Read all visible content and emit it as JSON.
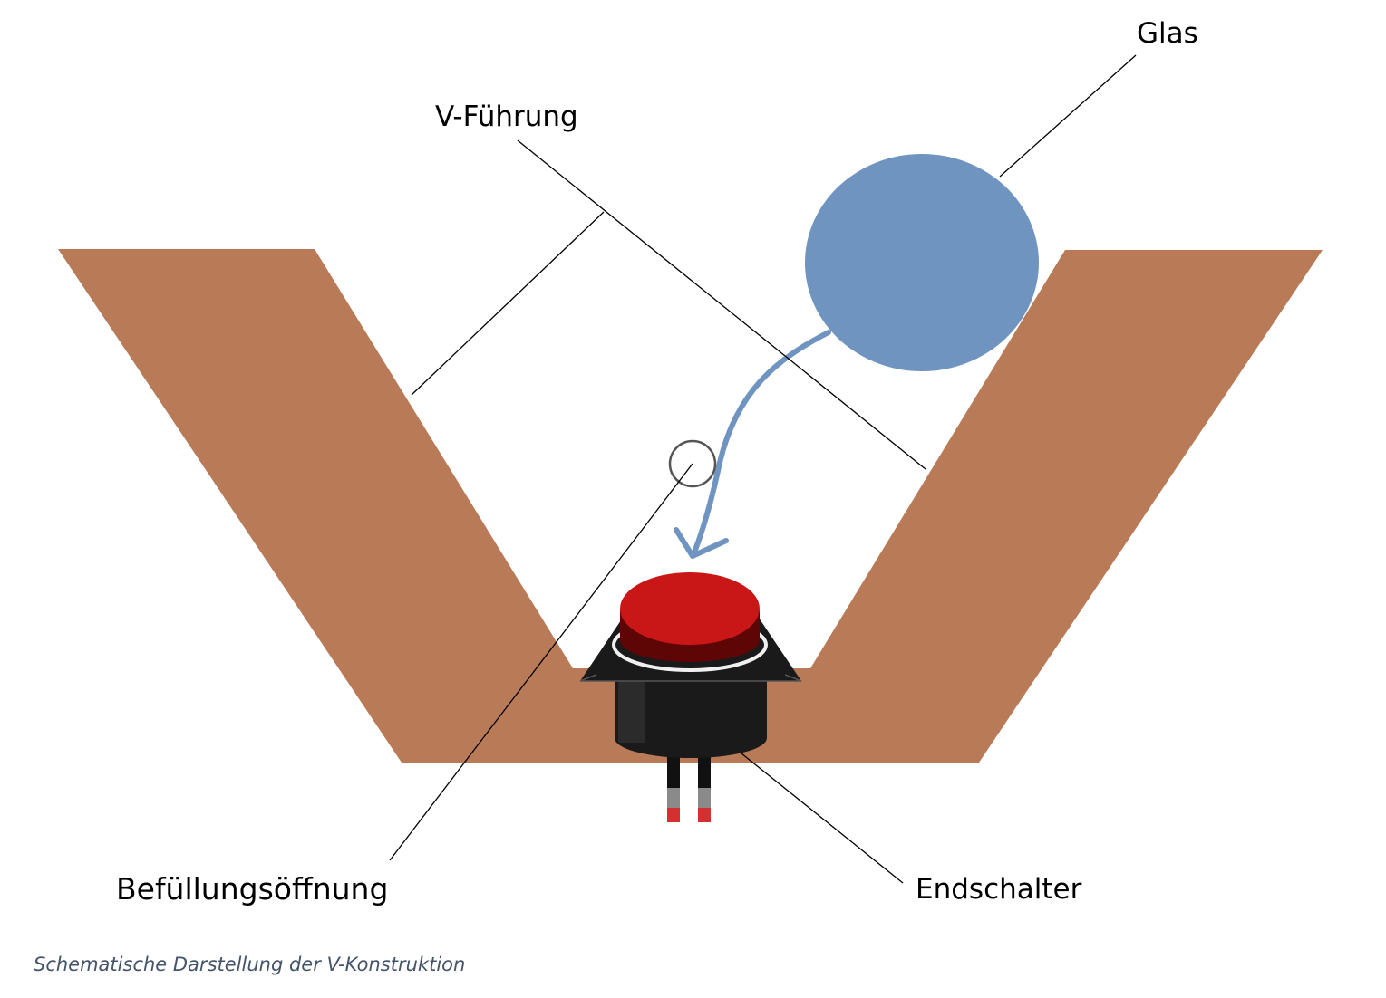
{
  "labels": {
    "glas": "Glas",
    "v_fuehrung": "V-Führung",
    "befuellungsoeffnung": "Befüllungsöffnung",
    "endschalter": "Endschalter"
  },
  "caption": "Schematische Darstellung der V-Konstruktion",
  "colors": {
    "v_guide": "#b97a57",
    "glass": "#7094c0",
    "arrow": "#7094c0",
    "button_cap": "#c91616",
    "button_cap_side": "#5e0505",
    "switch_body": "#1a1a1a",
    "caption": "#44546a",
    "leader_line": "#000000"
  }
}
